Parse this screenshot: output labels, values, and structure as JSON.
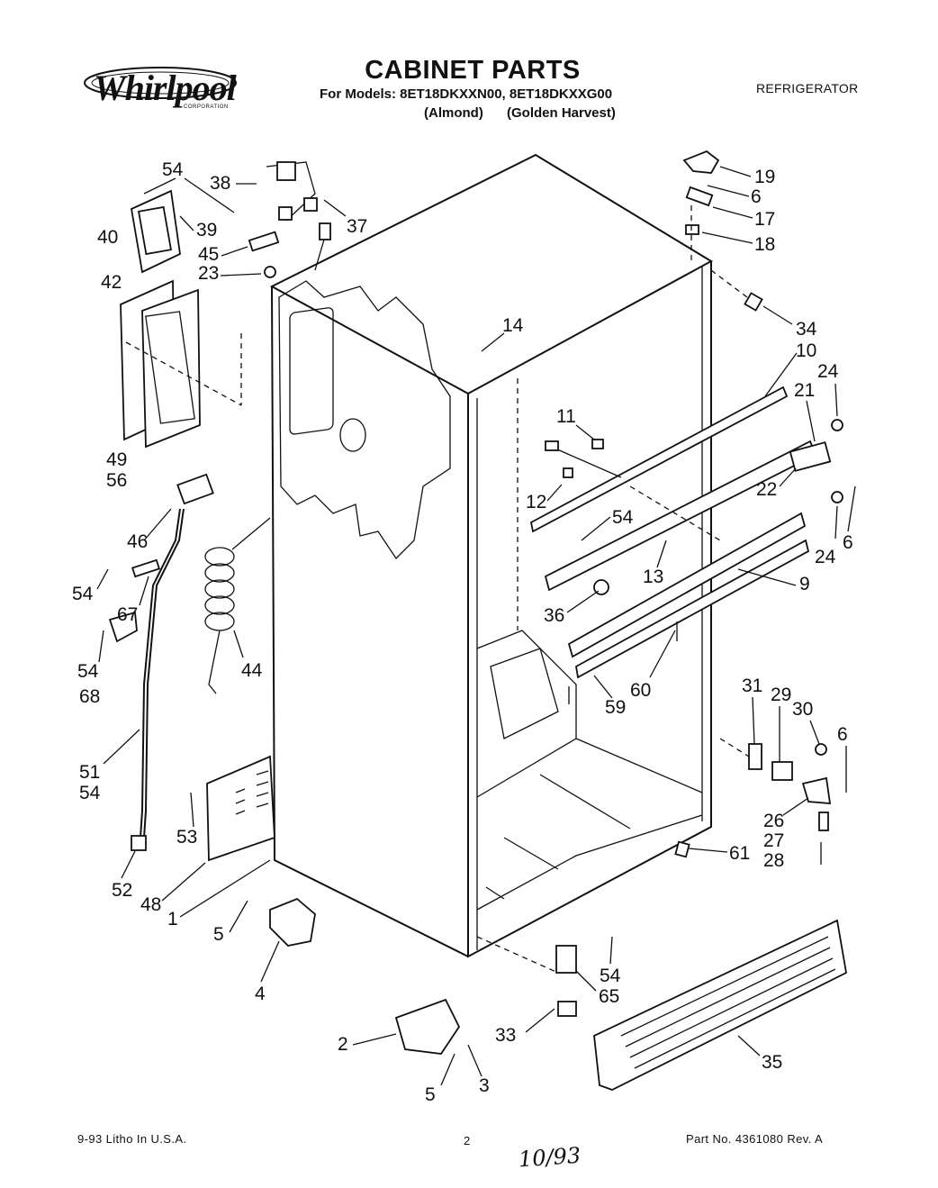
{
  "brand": {
    "name": "Whirlpool",
    "sub": "CORPORATION"
  },
  "header": {
    "title": "CABINET PARTS",
    "models": "For Models: 8ET18DKXXN00, 8ET18DKXXG00",
    "variant_1": "(Almond)",
    "variant_2": "(Golden Harvest)",
    "category": "REFRIGERATOR"
  },
  "footer": {
    "left": "9-93 Litho In U.S.A.",
    "page": "2",
    "handwritten": "10/93",
    "part_number": "Part No. 4361080 Rev. A"
  },
  "callouts": [
    {
      "id": "c54a",
      "label": "54"
    },
    {
      "id": "c38",
      "label": "38"
    },
    {
      "id": "c39",
      "label": "39"
    },
    {
      "id": "c40",
      "label": "40"
    },
    {
      "id": "c45",
      "label": "45"
    },
    {
      "id": "c37",
      "label": "37"
    },
    {
      "id": "c23",
      "label": "23"
    },
    {
      "id": "c42",
      "label": "42"
    },
    {
      "id": "c19",
      "label": "19"
    },
    {
      "id": "c6a",
      "label": "6"
    },
    {
      "id": "c17",
      "label": "17"
    },
    {
      "id": "c18",
      "label": "18"
    },
    {
      "id": "c34",
      "label": "34"
    },
    {
      "id": "c14",
      "label": "14"
    },
    {
      "id": "c10",
      "label": "10"
    },
    {
      "id": "c24a",
      "label": "24"
    },
    {
      "id": "c21",
      "label": "21"
    },
    {
      "id": "c11",
      "label": "11"
    },
    {
      "id": "c12",
      "label": "12"
    },
    {
      "id": "c22",
      "label": "22"
    },
    {
      "id": "c24b",
      "label": "24"
    },
    {
      "id": "c6b",
      "label": "6"
    },
    {
      "id": "c54b",
      "label": "54"
    },
    {
      "id": "c13",
      "label": "13"
    },
    {
      "id": "c9b",
      "label": "9"
    },
    {
      "id": "c36",
      "label": "36"
    },
    {
      "id": "c60",
      "label": "60"
    },
    {
      "id": "c59",
      "label": "59"
    },
    {
      "id": "c49",
      "label": "49"
    },
    {
      "id": "c56",
      "label": "56"
    },
    {
      "id": "c46",
      "label": "46"
    },
    {
      "id": "c54c",
      "label": "54"
    },
    {
      "id": "c67",
      "label": "67"
    },
    {
      "id": "c54d",
      "label": "54"
    },
    {
      "id": "c68",
      "label": "68"
    },
    {
      "id": "c44",
      "label": "44"
    },
    {
      "id": "c51",
      "label": "51"
    },
    {
      "id": "c54e",
      "label": "54"
    },
    {
      "id": "c53",
      "label": "53"
    },
    {
      "id": "c52",
      "label": "52"
    },
    {
      "id": "c48",
      "label": "48"
    },
    {
      "id": "c1",
      "label": "1"
    },
    {
      "id": "c5a",
      "label": "5"
    },
    {
      "id": "c4",
      "label": "4"
    },
    {
      "id": "c31",
      "label": "31"
    },
    {
      "id": "c29",
      "label": "29"
    },
    {
      "id": "c30",
      "label": "30"
    },
    {
      "id": "c6c",
      "label": "6"
    },
    {
      "id": "c26",
      "label": "26"
    },
    {
      "id": "c27",
      "label": "27"
    },
    {
      "id": "c28",
      "label": "28"
    },
    {
      "id": "c61",
      "label": "61"
    },
    {
      "id": "c54f",
      "label": "54"
    },
    {
      "id": "c65",
      "label": "65"
    },
    {
      "id": "c33",
      "label": "33"
    },
    {
      "id": "c35",
      "label": "35"
    },
    {
      "id": "c2",
      "label": "2"
    },
    {
      "id": "c5b",
      "label": "5"
    },
    {
      "id": "c3",
      "label": "3"
    }
  ]
}
